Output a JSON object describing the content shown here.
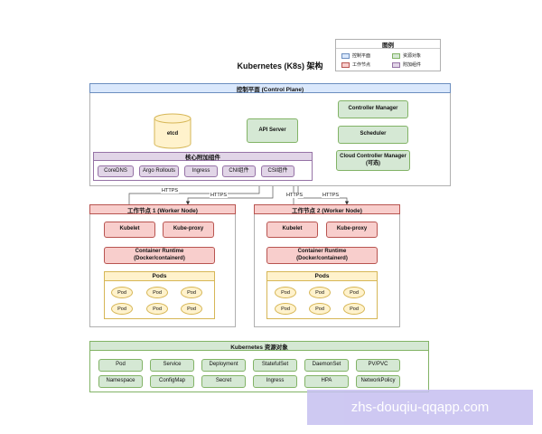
{
  "title": "Kubernetes (K8s) 架构",
  "legend": {
    "title": "图例",
    "items": [
      {
        "label": "控制平面",
        "color": "#dae8fc"
      },
      {
        "label": "资源对象",
        "color": "#d5e8d4"
      },
      {
        "label": "工作节点",
        "color": "#f8cecc"
      },
      {
        "label": "附加组件",
        "color": "#e1d5e7"
      }
    ]
  },
  "control_plane": {
    "title": "控制平面 (Control Plane)",
    "etcd": "etcd",
    "api_server": "API Server",
    "controller_manager": "Controller Manager",
    "scheduler": "Scheduler",
    "cloud_controller_manager": "Cloud Controller Manager",
    "cloud_controller_manager_note": "(可选)",
    "addons": {
      "title": "核心附加组件",
      "items": [
        "CoreDNS",
        "Argo Rollouts",
        "Ingress",
        "CNI组件",
        "CSI组件"
      ]
    }
  },
  "https_label": "HTTPS",
  "worker_nodes": [
    {
      "title": "工作节点 1 (Worker Node)",
      "kubelet": "Kubelet",
      "kube_proxy": "Kube-proxy",
      "runtime": "Container Runtime",
      "runtime_note": "(Docker/containerd)",
      "pods_title": "Pods",
      "pods": [
        "Pod",
        "Pod",
        "Pod",
        "Pod",
        "Pod",
        "Pod"
      ]
    },
    {
      "title": "工作节点 2 (Worker Node)",
      "kubelet": "Kubelet",
      "kube_proxy": "Kube-proxy",
      "runtime": "Container Runtime",
      "runtime_note": "(Docker/containerd)",
      "pods_title": "Pods",
      "pods": [
        "Pod",
        "Pod",
        "Pod",
        "Pod",
        "Pod",
        "Pod"
      ]
    }
  ],
  "resources": {
    "title": "Kubernetes 资源对象",
    "items": [
      "Pod",
      "Service",
      "Deployment",
      "StatefulSet",
      "DaemonSet",
      "PV/PVC",
      "Namespace",
      "ConfigMap",
      "Secret",
      "Ingress",
      "HPA",
      "NetworkPolicy"
    ]
  },
  "watermark": "zhs-douqiu-qqapp.com"
}
